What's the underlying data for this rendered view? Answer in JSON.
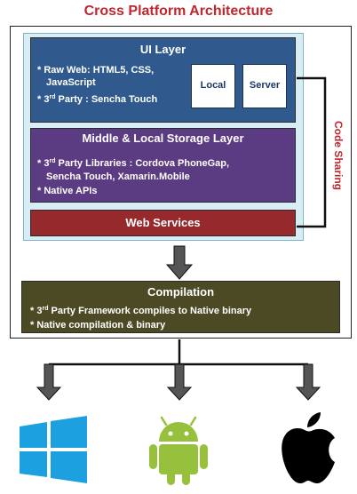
{
  "title": "Cross Platform Architecture",
  "ui_layer": {
    "heading": "UI Layer",
    "bullets": [
      {
        "pre": "* Raw Web: HTML5, CSS,",
        "sup": "",
        "post": ""
      },
      {
        "pre": "JavaScript",
        "sup": "",
        "post": ""
      },
      {
        "pre": "* 3",
        "sup": "rd",
        "post": " Party : Sencha Touch"
      }
    ],
    "local": "Local",
    "server": "Server"
  },
  "middle_layer": {
    "heading": "Middle & Local Storage Layer",
    "bullets": [
      {
        "pre": "* 3",
        "sup": "rd",
        "post": " Party Libraries : Cordova PhoneGap,"
      },
      {
        "pre": "Sencha Touch, Xamarin.Mobile",
        "sup": "",
        "post": ""
      },
      {
        "pre": "* Native APIs",
        "sup": "",
        "post": ""
      }
    ]
  },
  "web_services": "Web Services",
  "code_sharing": "Code Sharing",
  "compilation": {
    "heading": "Compilation",
    "bullets": [
      {
        "pre": "* 3",
        "sup": "rd",
        "post": " Party Framework compiles to Native binary"
      },
      {
        "pre": "* Native compilation & binary",
        "sup": "",
        "post": ""
      }
    ]
  },
  "colors": {
    "title": "#c0272d",
    "ui_layer": "#305a8e",
    "middle_layer": "#5b3b82",
    "web_services": "#96292b",
    "compilation": "#4c4a25",
    "arrow": "#555555",
    "windows": "#1ca0e0",
    "android": "#97c03d",
    "apple": "#000000"
  },
  "platform_icons": [
    "windows-icon",
    "android-icon",
    "apple-icon"
  ]
}
